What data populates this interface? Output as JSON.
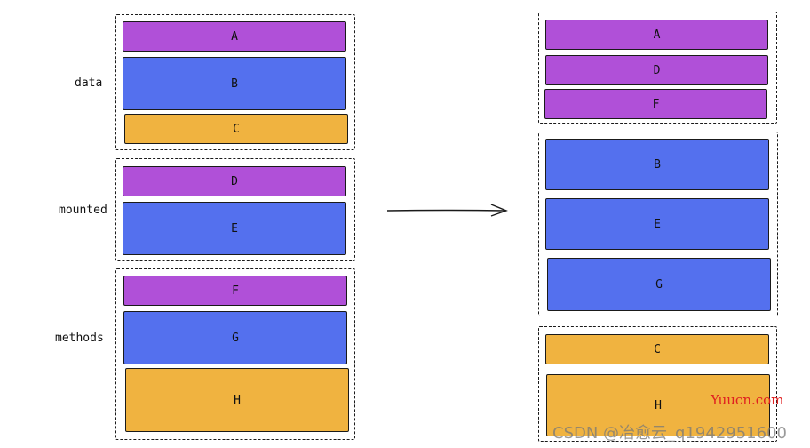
{
  "left": {
    "groups": [
      {
        "label": "data",
        "blocks": [
          "A",
          "B",
          "C"
        ]
      },
      {
        "label": "mounted",
        "blocks": [
          "D",
          "E"
        ]
      },
      {
        "label": "methods",
        "blocks": [
          "F",
          "G",
          "H"
        ]
      }
    ]
  },
  "right": {
    "groups": [
      {
        "blocks": [
          "A",
          "D",
          "F"
        ]
      },
      {
        "blocks": [
          "B",
          "E",
          "G"
        ]
      },
      {
        "blocks": [
          "C",
          "H"
        ]
      }
    ]
  },
  "colors": {
    "purple": "#b050d8",
    "blue": "#5470ee",
    "orange": "#f0b340"
  },
  "watermark": {
    "site": "Yuucn.com",
    "credit": "CSDN @冶愈云_q1942951600"
  }
}
